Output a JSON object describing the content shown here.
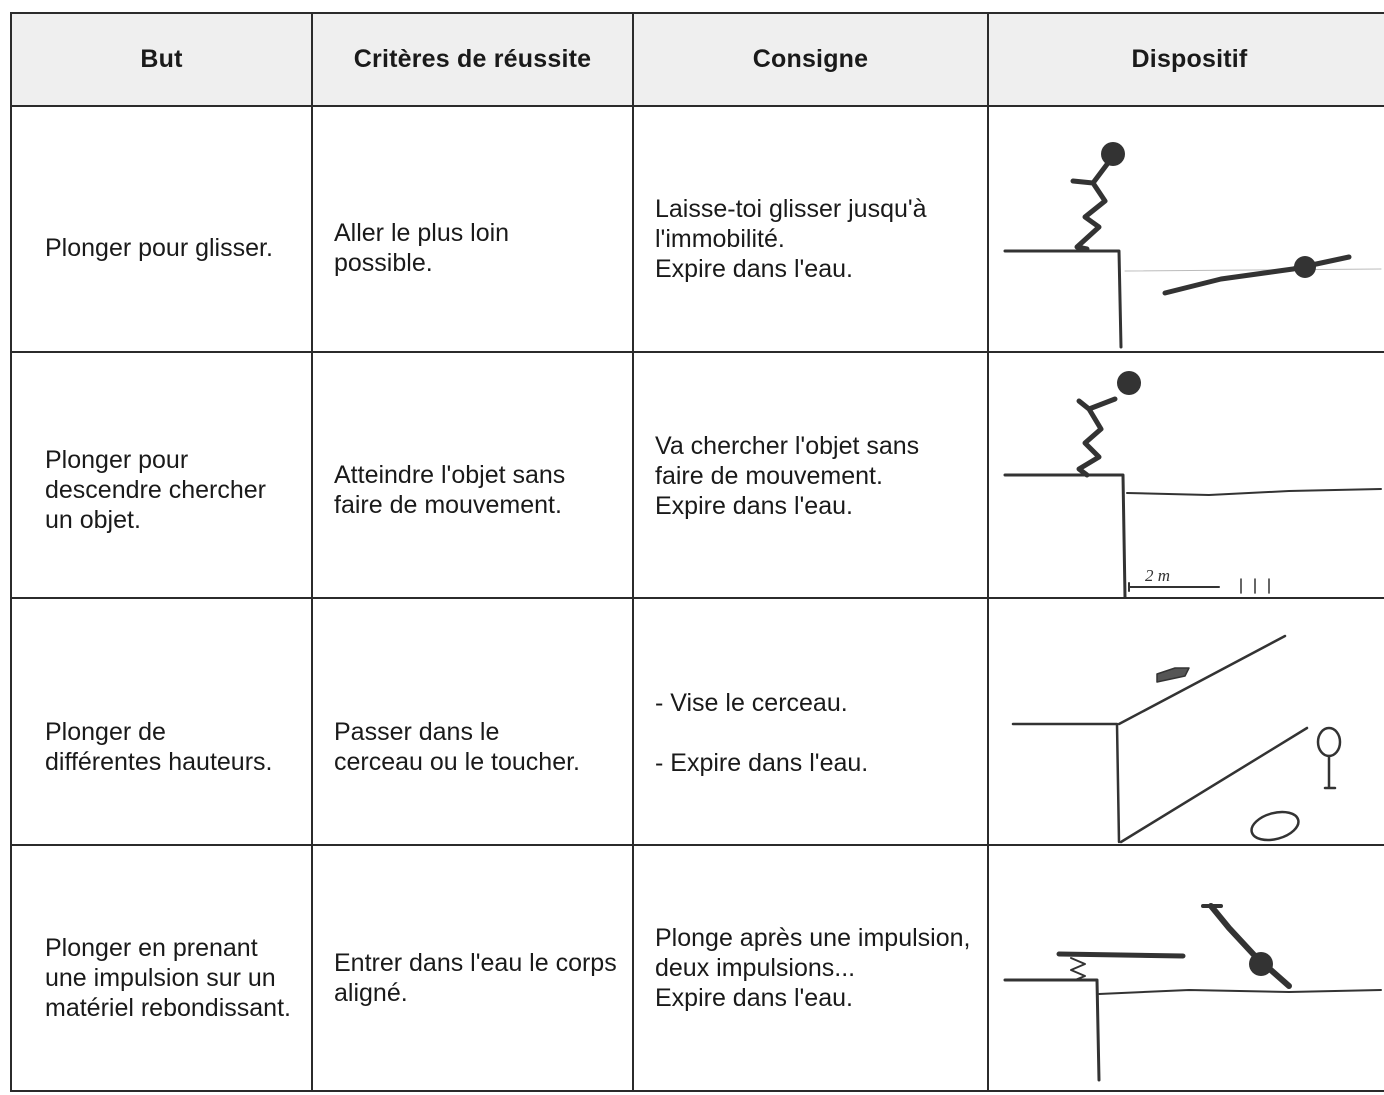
{
  "table": {
    "headers": [
      "But",
      "Critères de réussite",
      "Consigne",
      "Dispositif"
    ],
    "rows": [
      {
        "but": "Plonger pour glisser.",
        "criteres": "Aller le plus loin\npossible.",
        "consigne": "Laisse-toi glisser jusqu'à\nl'immobilité.\nExpire dans l'eau.",
        "dispositif_icon": "glide-dive-sketch"
      },
      {
        "but": "Plonger pour\ndescendre chercher\nun objet.",
        "criteres": "Atteindre l'objet sans\nfaire de mouvement.",
        "consigne": "Va chercher l'objet sans\nfaire de mouvement.\nExpire dans l'eau.",
        "dispositif_icon": "object-retrieval-sketch",
        "dispositif_label": "2 m"
      },
      {
        "but": "Plonger de\ndifférentes hauteurs.",
        "criteres": "Passer dans le\ncerceau ou le toucher.",
        "consigne": "- Vise le cerceau.\n\n- Expire dans l'eau.",
        "dispositif_icon": "height-hoop-sketch"
      },
      {
        "but": "Plonger en prenant\nune impulsion sur un\nmatériel rebondissant.",
        "criteres": "Entrer dans l'eau le corps\naligné.",
        "consigne": "Plonge après une impulsion,\ndeux impulsions...\nExpire dans l'eau.",
        "dispositif_icon": "springboard-dive-sketch"
      }
    ]
  }
}
